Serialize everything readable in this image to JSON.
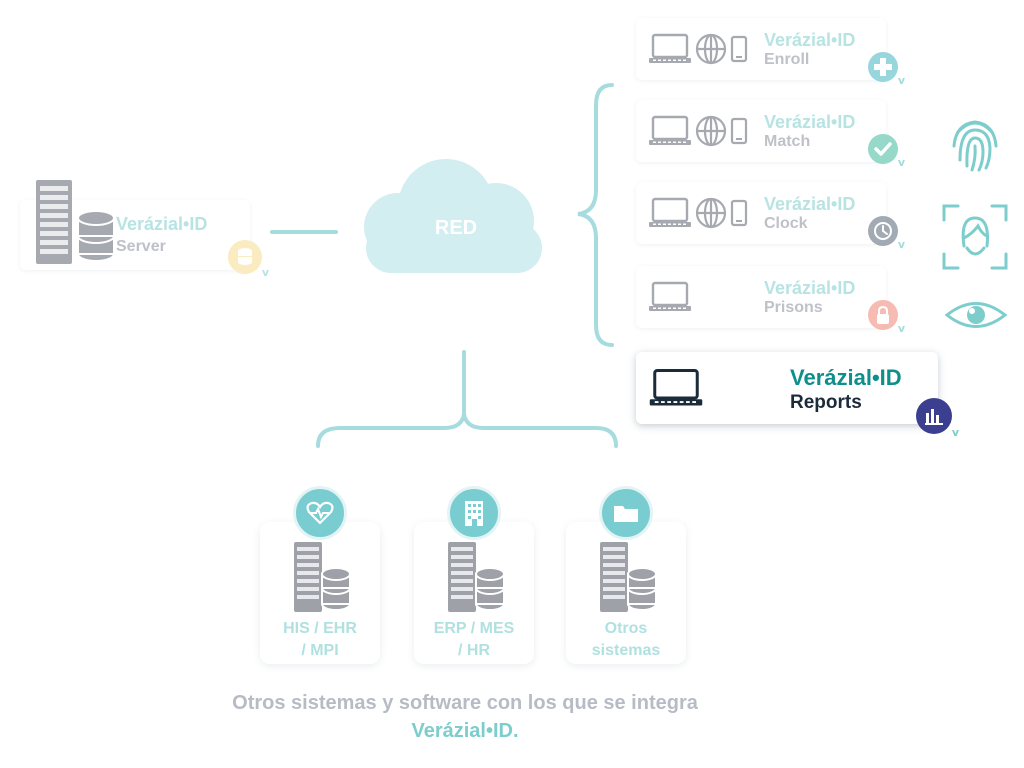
{
  "product": "Verázial•ID",
  "server": {
    "brand": "Verázial•ID",
    "label": "Server",
    "icon": "database-badge-icon"
  },
  "cloud": {
    "label": "RED"
  },
  "modules": [
    {
      "brand": "Verázial•ID",
      "label": "Enroll",
      "badge": "plus-icon",
      "badge_color": "#6cc6cf",
      "devices": [
        "laptop-icon",
        "globe-icon",
        "phone-icon"
      ]
    },
    {
      "brand": "Verázial•ID",
      "label": "Match",
      "badge": "check-icon",
      "badge_color": "#6cc9b3",
      "devices": [
        "laptop-icon",
        "globe-icon",
        "phone-icon"
      ]
    },
    {
      "brand": "Verázial•ID",
      "label": "Clock",
      "badge": "clock-icon",
      "badge_color": "#7b8794",
      "devices": [
        "laptop-icon",
        "globe-icon",
        "phone-icon"
      ]
    },
    {
      "brand": "Verázial•ID",
      "label": "Prisons",
      "badge": "lock-icon",
      "badge_color": "#f3a093",
      "devices": [
        "laptop-icon"
      ]
    },
    {
      "brand": "Verázial•ID",
      "label": "Reports",
      "badge": "bar-chart-icon",
      "badge_color": "#3c3f8f",
      "devices": [
        "laptop-icon"
      ]
    }
  ],
  "biometrics": [
    "fingerprint-icon",
    "face-scan-icon",
    "eye-icon"
  ],
  "integrations": [
    {
      "label_line1": "HIS / EHR",
      "label_line2": "/ MPI",
      "icon": "heart-monitor-icon"
    },
    {
      "label_line1": "ERP / MES",
      "label_line2": "/ HR",
      "icon": "building-icon"
    },
    {
      "label_line1": "Otros",
      "label_line2": "sistemas",
      "icon": "folder-icon"
    }
  ],
  "caption": {
    "line1": "Otros sistemas y software con los que se integra",
    "line2": "Verázial•ID."
  },
  "colors": {
    "teal": "#7dcdcd",
    "teal_dark": "#0e8f8c",
    "navy": "#1c2b3a",
    "grey": "#8a8f9a",
    "cloud": "#d2eef0"
  }
}
